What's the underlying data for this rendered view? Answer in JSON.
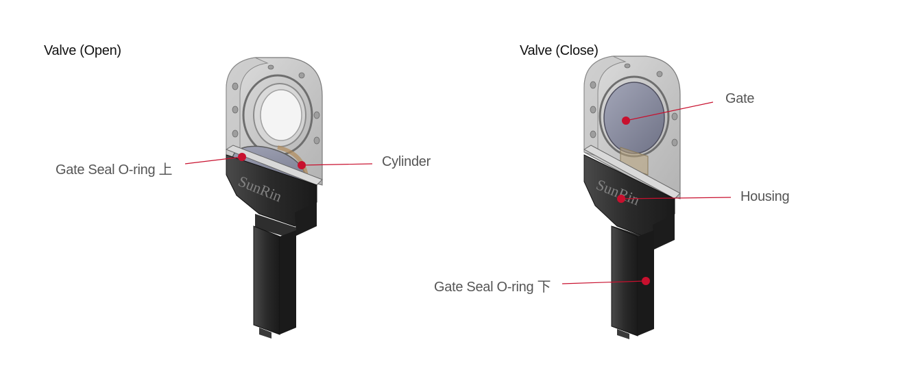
{
  "titles": {
    "open": "Valve (Open)",
    "close": "Valve (Close)"
  },
  "callouts": {
    "gate_seal_top": "Gate Seal O-ring 上",
    "cylinder": "Cylinder",
    "gate": "Gate",
    "housing": "Housing",
    "gate_seal_bottom": "Gate Seal O-ring 下"
  },
  "brand_mark": "SunRin",
  "colors": {
    "marker": "#c8102e",
    "leader_line": "#c8102e",
    "label_text": "#555555",
    "title_text": "#111111",
    "housing_body": "#2b2b2b",
    "transparent_top": "#b8b8b8",
    "gate_disc": "#8c8fa3"
  }
}
